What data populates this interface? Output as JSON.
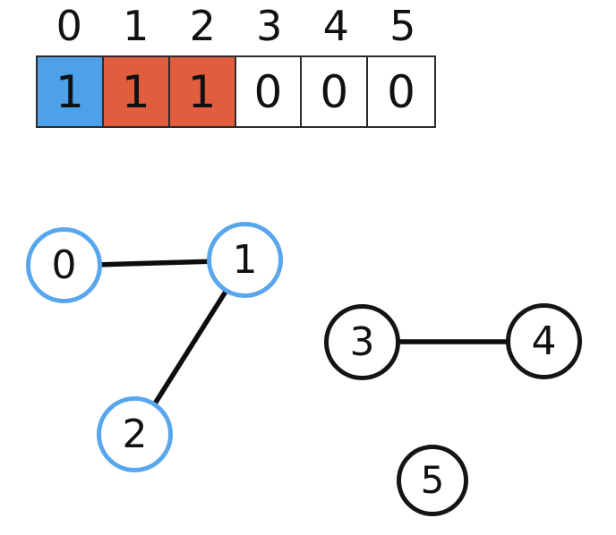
{
  "array_panel": {
    "indices": [
      "0",
      "1",
      "2",
      "3",
      "4",
      "5"
    ],
    "cells": [
      {
        "value": "1",
        "fill": "#4DA1E8"
      },
      {
        "value": "1",
        "fill": "#E25C3E"
      },
      {
        "value": "1",
        "fill": "#E25C3E"
      },
      {
        "value": "0",
        "fill": "#FFFFFF"
      },
      {
        "value": "0",
        "fill": "#FFFFFF"
      },
      {
        "value": "0",
        "fill": "#FFFFFF"
      }
    ]
  },
  "graph": {
    "nodes": [
      {
        "label": "0",
        "stroke": "#58A6ED"
      },
      {
        "label": "1",
        "stroke": "#58A6ED"
      },
      {
        "label": "2",
        "stroke": "#58A6ED"
      },
      {
        "label": "3",
        "stroke": "#141414"
      },
      {
        "label": "4",
        "stroke": "#141414"
      },
      {
        "label": "5",
        "stroke": "#141414"
      }
    ],
    "edges": [
      {
        "from": "0",
        "to": "1"
      },
      {
        "from": "1",
        "to": "2"
      },
      {
        "from": "3",
        "to": "4"
      }
    ]
  },
  "colors": {
    "highlight_blue": "#4DA1E8",
    "highlight_orange": "#E25C3E",
    "node_blue_stroke": "#58A6ED",
    "node_black_stroke": "#141414",
    "edge_black": "#0D0D0D"
  }
}
